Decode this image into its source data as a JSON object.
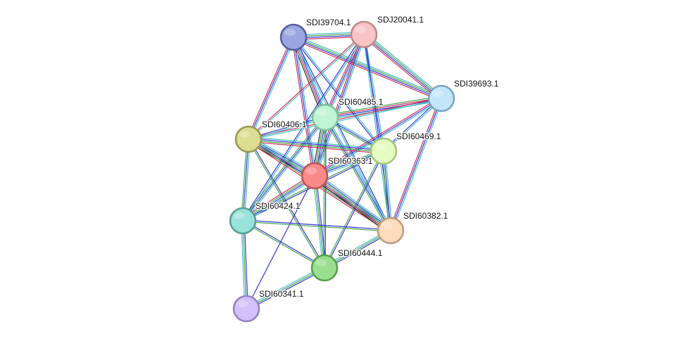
{
  "network": {
    "nodes": [
      {
        "id": "SDI39704.1",
        "label": "SDI39704.1",
        "fill": "#9ba6e0",
        "stroke": "#56609e"
      },
      {
        "id": "SDJ20041.1",
        "label": "SDJ20041.1",
        "fill": "#f8c4c6",
        "stroke": "#c08888"
      },
      {
        "id": "SDI39693.1",
        "label": "SDI39693.1",
        "fill": "#c4e6fa",
        "stroke": "#7aa5c2"
      },
      {
        "id": "SDI60485.1",
        "label": "SDI60485.1",
        "fill": "#c0f4d2",
        "stroke": "#80c098"
      },
      {
        "id": "SDI60406.1",
        "label": "SDI60406.1",
        "fill": "#dcdc92",
        "stroke": "#9a9a52"
      },
      {
        "id": "SDI60469.1",
        "label": "SDI60469.1",
        "fill": "#e4fcc0",
        "stroke": "#a6c488"
      },
      {
        "id": "SDI60363.1",
        "label": "SDI60363.1",
        "fill": "#fa8a8a",
        "stroke": "#c05454"
      },
      {
        "id": "SDI60424.1",
        "label": "SDI60424.1",
        "fill": "#98e2d8",
        "stroke": "#5a9e96"
      },
      {
        "id": "SDI60382.1",
        "label": "SDI60382.1",
        "fill": "#fcdcbc",
        "stroke": "#c09c7c"
      },
      {
        "id": "SDI60444.1",
        "label": "SDI60444.1",
        "fill": "#9ade8e",
        "stroke": "#58a052"
      },
      {
        "id": "SDI60341.1",
        "label": "SDI60341.1",
        "fill": "#d4c0fa",
        "stroke": "#9484c0"
      }
    ],
    "edges": [
      {
        "source": "SDI39704.1",
        "target": "SDJ20041.1",
        "colors": [
          "#3bb9c4",
          "#3da24a",
          "#2f2fd1",
          "#cc2a52"
        ]
      },
      {
        "source": "SDI39704.1",
        "target": "SDI39693.1",
        "colors": [
          "#3bb9c4",
          "#3da24a",
          "#2f2fd1",
          "#cc2a52"
        ]
      },
      {
        "source": "SDI39704.1",
        "target": "SDI60485.1",
        "colors": [
          "#3bb9c4",
          "#2f2fd1",
          "#cc2a52",
          "#222222"
        ]
      },
      {
        "source": "SDI39704.1",
        "target": "SDI60406.1",
        "colors": [
          "#3bb9c4",
          "#2f2fd1",
          "#cc2a52"
        ]
      },
      {
        "source": "SDI39704.1",
        "target": "SDI60469.1",
        "colors": [
          "#3bb9c4",
          "#2f2fd1"
        ]
      },
      {
        "source": "SDI39704.1",
        "target": "SDI60363.1",
        "colors": [
          "#3bb9c4",
          "#2f2fd1",
          "#cc2a52"
        ]
      },
      {
        "source": "SDI39704.1",
        "target": "SDI60382.1",
        "colors": [
          "#2f2fd1",
          "#3bb9c4"
        ]
      },
      {
        "source": "SDJ20041.1",
        "target": "SDI39693.1",
        "colors": [
          "#3bb9c4",
          "#3da24a",
          "#2f2fd1",
          "#cc2a52"
        ]
      },
      {
        "source": "SDJ20041.1",
        "target": "SDI60485.1",
        "colors": [
          "#3bb9c4",
          "#2f2fd1",
          "#cc2a52"
        ]
      },
      {
        "source": "SDJ20041.1",
        "target": "SDI60406.1",
        "colors": [
          "#3bb9c4",
          "#cc2a52"
        ]
      },
      {
        "source": "SDJ20041.1",
        "target": "SDI60469.1",
        "colors": [
          "#3bb9c4",
          "#2f2fd1"
        ]
      },
      {
        "source": "SDJ20041.1",
        "target": "SDI60363.1",
        "colors": [
          "#3bb9c4",
          "#2f2fd1",
          "#cc2a52"
        ]
      },
      {
        "source": "SDJ20041.1",
        "target": "SDI60424.1",
        "colors": [
          "#3bb9c4",
          "#2f2fd1"
        ]
      },
      {
        "source": "SDJ20041.1",
        "target": "SDI60382.1",
        "colors": [
          "#2f2fd1",
          "#3bb9c4"
        ]
      },
      {
        "source": "SDI39693.1",
        "target": "SDI60485.1",
        "colors": [
          "#3bb9c4",
          "#2f2fd1",
          "#cc2a52",
          "#3da24a"
        ]
      },
      {
        "source": "SDI39693.1",
        "target": "SDI60406.1",
        "colors": [
          "#3bb9c4",
          "#cc2a52"
        ]
      },
      {
        "source": "SDI39693.1",
        "target": "SDI60469.1",
        "colors": [
          "#3bb9c4",
          "#2f2fd1"
        ]
      },
      {
        "source": "SDI39693.1",
        "target": "SDI60363.1",
        "colors": [
          "#3bb9c4",
          "#2f2fd1",
          "#cc2a52"
        ]
      },
      {
        "source": "SDI39693.1",
        "target": "SDI60382.1",
        "colors": [
          "#3bb9c4",
          "#2f2fd1",
          "#cc2a52"
        ]
      },
      {
        "source": "SDI60485.1",
        "target": "SDI60406.1",
        "colors": [
          "#3bb9c4",
          "#2f2fd1"
        ]
      },
      {
        "source": "SDI60485.1",
        "target": "SDI60469.1",
        "colors": [
          "#3bb9c4",
          "#2f2fd1",
          "#3da24a"
        ]
      },
      {
        "source": "SDI60485.1",
        "target": "SDI60363.1",
        "colors": [
          "#3bb9c4",
          "#2f2fd1",
          "#3da24a",
          "#222222"
        ]
      },
      {
        "source": "SDI60485.1",
        "target": "SDI60424.1",
        "colors": [
          "#3bb9c4",
          "#2f2fd1",
          "#3da24a"
        ]
      },
      {
        "source": "SDI60485.1",
        "target": "SDI60382.1",
        "colors": [
          "#3bb9c4",
          "#2f2fd1",
          "#3da24a"
        ]
      },
      {
        "source": "SDI60485.1",
        "target": "SDI60444.1",
        "colors": [
          "#2f2fd1",
          "#3da24a"
        ]
      },
      {
        "source": "SDI60406.1",
        "target": "SDI60469.1",
        "colors": [
          "#3bb9c4",
          "#2f2fd1",
          "#3da24a",
          "#cc2a52"
        ]
      },
      {
        "source": "SDI60406.1",
        "target": "SDI60363.1",
        "colors": [
          "#3bb9c4",
          "#2f2fd1",
          "#3da24a",
          "#cc2a52",
          "#222222"
        ]
      },
      {
        "source": "SDI60406.1",
        "target": "SDI60424.1",
        "colors": [
          "#3bb9c4",
          "#2f2fd1",
          "#3da24a"
        ]
      },
      {
        "source": "SDI60406.1",
        "target": "SDI60382.1",
        "colors": [
          "#3bb9c4",
          "#2f2fd1",
          "#3da24a",
          "#cc2a52"
        ]
      },
      {
        "source": "SDI60406.1",
        "target": "SDI60444.1",
        "colors": [
          "#2f2fd1",
          "#3da24a"
        ]
      },
      {
        "source": "SDI60469.1",
        "target": "SDI60363.1",
        "colors": [
          "#3bb9c4",
          "#2f2fd1",
          "#3da24a"
        ]
      },
      {
        "source": "SDI60469.1",
        "target": "SDI60424.1",
        "colors": [
          "#2f2fd1",
          "#3da24a"
        ]
      },
      {
        "source": "SDI60469.1",
        "target": "SDI60382.1",
        "colors": [
          "#3bb9c4",
          "#2f2fd1",
          "#3da24a"
        ]
      },
      {
        "source": "SDI60469.1",
        "target": "SDI60444.1",
        "colors": [
          "#2f2fd1",
          "#3da24a"
        ]
      },
      {
        "source": "SDI60363.1",
        "target": "SDI60424.1",
        "colors": [
          "#3bb9c4",
          "#2f2fd1",
          "#3da24a",
          "#cc2a52"
        ]
      },
      {
        "source": "SDI60363.1",
        "target": "SDI60382.1",
        "colors": [
          "#3bb9c4",
          "#2f2fd1",
          "#3da24a",
          "#cc2a52",
          "#222222"
        ]
      },
      {
        "source": "SDI60363.1",
        "target": "SDI60444.1",
        "colors": [
          "#2f2fd1",
          "#3da24a",
          "#3bb9c4"
        ]
      },
      {
        "source": "SDI60363.1",
        "target": "SDI60341.1",
        "colors": [
          "#2f2fd1"
        ]
      },
      {
        "source": "SDI60424.1",
        "target": "SDI60382.1",
        "colors": [
          "#2f2fd1",
          "#3da24a"
        ]
      },
      {
        "source": "SDI60424.1",
        "target": "SDI60444.1",
        "colors": [
          "#2f2fd1",
          "#3da24a"
        ]
      },
      {
        "source": "SDI60424.1",
        "target": "SDI60341.1",
        "colors": [
          "#2f2fd1",
          "#3da24a",
          "#3bb9c4"
        ]
      },
      {
        "source": "SDI60382.1",
        "target": "SDI60444.1",
        "colors": [
          "#2f2fd1",
          "#3da24a",
          "#3bb9c4"
        ]
      },
      {
        "source": "SDI60444.1",
        "target": "SDI60341.1",
        "colors": [
          "#2f2fd1",
          "#3da24a",
          "#3bb9c4"
        ]
      }
    ]
  }
}
